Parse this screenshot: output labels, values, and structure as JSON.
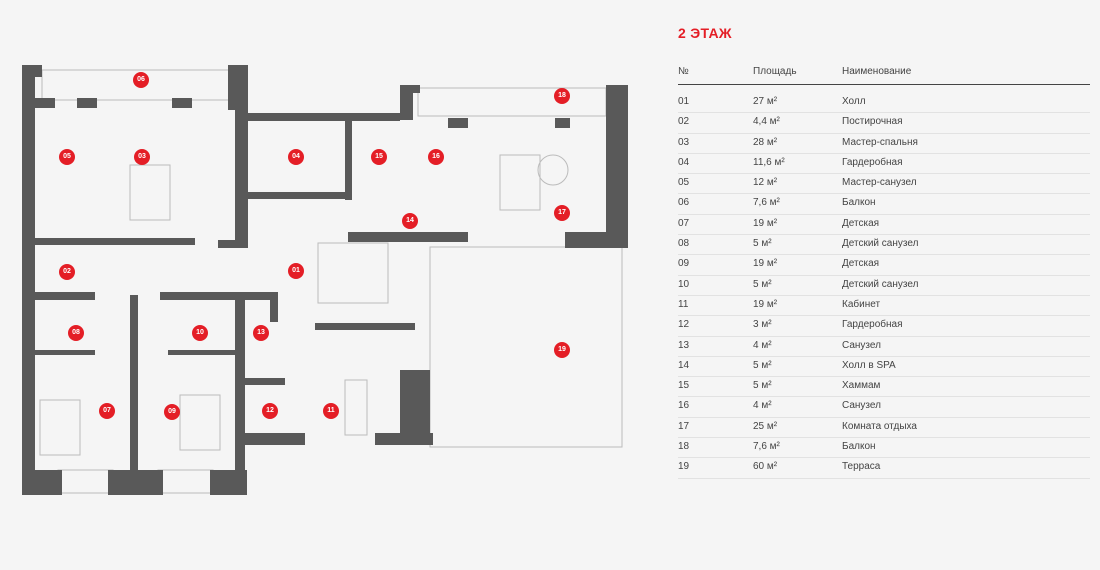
{
  "floor_title": "2 ЭТАЖ",
  "table": {
    "headers": [
      "№",
      "Площадь",
      "Наименование"
    ],
    "rows": [
      [
        "01",
        "27 м²",
        "Холл"
      ],
      [
        "02",
        "4,4 м²",
        "Постирочная"
      ],
      [
        "03",
        "28 м²",
        "Мастер-спальня"
      ],
      [
        "04",
        "11,6 м²",
        "Гардеробная"
      ],
      [
        "05",
        "12 м²",
        "Мастер-санузел"
      ],
      [
        "06",
        "7,6 м²",
        "Балкон"
      ],
      [
        "07",
        "19 м²",
        "Детская"
      ],
      [
        "08",
        "5 м²",
        "Детский санузел"
      ],
      [
        "09",
        "19 м²",
        "Детская"
      ],
      [
        "10",
        "5 м²",
        "Детский санузел"
      ],
      [
        "11",
        "19 м²",
        "Кабинет"
      ],
      [
        "12",
        "3 м²",
        "Гардеробная"
      ],
      [
        "13",
        "4 м²",
        "Санузел"
      ],
      [
        "14",
        "5 м²",
        "Холл в SPA"
      ],
      [
        "15",
        "5 м²",
        "Хаммам"
      ],
      [
        "16",
        "4 м²",
        "Санузел"
      ],
      [
        "17",
        "25 м²",
        "Комната отдыха"
      ],
      [
        "18",
        "7,6 м²",
        "Балкон"
      ],
      [
        "19",
        "60 м²",
        "Терраса"
      ]
    ]
  },
  "markers": [
    "01",
    "02",
    "03",
    "04",
    "05",
    "06",
    "07",
    "08",
    "09",
    "10",
    "11",
    "12",
    "13",
    "14",
    "15",
    "16",
    "17",
    "18",
    "19"
  ],
  "colors": {
    "accent": "#e41e26",
    "wall": "#595959"
  }
}
